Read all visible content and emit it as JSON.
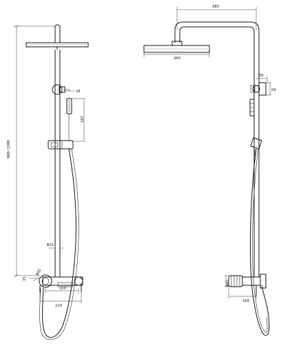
{
  "drawing": {
    "front_view": {
      "total_height": "900~1200",
      "bracket_offset": "28",
      "handshower_length": "185",
      "pipe_diameter": "Φ25",
      "outlet_spacing": "150",
      "overall_width": "220",
      "left_gap": "35",
      "inlet_diameter": "Φ45"
    },
    "side_view": {
      "arm_reach": "380",
      "head_size": "300",
      "bracket_depth": "56",
      "bracket_height": "60",
      "body_diameter": "Φ45",
      "body_depth": "168"
    }
  }
}
